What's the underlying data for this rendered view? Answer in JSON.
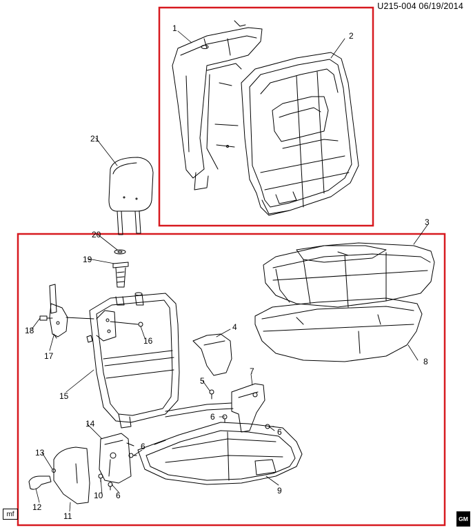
{
  "header": {
    "code_date": "U215-004  06/19/2014"
  },
  "footer": {
    "mf_label": "mf",
    "logo_text": "GM"
  },
  "colors": {
    "highlight_box": "#d7191f",
    "line": "#000000"
  },
  "callouts": [
    "1",
    "2",
    "3",
    "4",
    "5",
    "6",
    "7",
    "8",
    "9",
    "10",
    "11",
    "12",
    "13",
    "14",
    "15",
    "16",
    "17",
    "18",
    "19",
    "20",
    "21"
  ]
}
